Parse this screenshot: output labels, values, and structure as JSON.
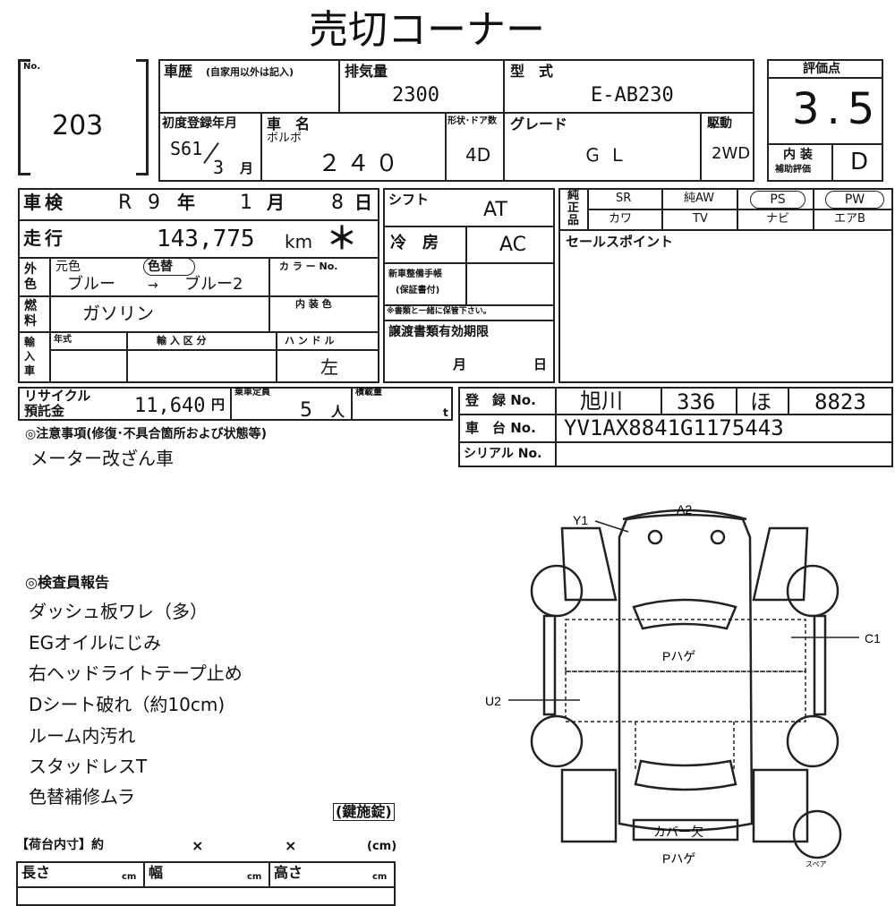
{
  "header": {
    "title": "売切コーナー"
  },
  "lot": {
    "no_label": "No.",
    "number": "203"
  },
  "history": {
    "label": "車歴",
    "note": "(自家用以外は記入)"
  },
  "displacement": {
    "label": "排気量",
    "value": "2300"
  },
  "model_code": {
    "label": "型　式",
    "value": "E-AB230"
  },
  "grade_score": {
    "label": "評価点",
    "value": "3.5"
  },
  "first_reg": {
    "label": "初度登録年月",
    "era": "S61",
    "month": "3",
    "month_unit": "月"
  },
  "car_name": {
    "label": "車　名",
    "maker": "ボルボ",
    "name": "２４０"
  },
  "body": {
    "label": "形状･ドア数",
    "value": "4D"
  },
  "grade": {
    "label": "グレード",
    "value": "ＧＬ"
  },
  "drive": {
    "label": "駆動",
    "value": "2WD"
  },
  "interior_score": {
    "label1": "内 装",
    "label2": "補助評価",
    "value": "D"
  },
  "inspection": {
    "label": "車検",
    "era": "R",
    "year": "9",
    "year_unit": "年",
    "month": "1",
    "month_unit": "月",
    "day": "8",
    "day_unit": "日"
  },
  "mileage": {
    "label": "走行",
    "value": "143,775",
    "unit": "km",
    "mark": "＊"
  },
  "shift": {
    "label": "シフト",
    "value": "AT"
  },
  "aircon": {
    "label": "冷　房",
    "value": "AC"
  },
  "equipment": {
    "label": "純正品",
    "row1": [
      "SR",
      "純AW",
      "PS",
      "PW"
    ],
    "row2": [
      "カワ",
      "TV",
      "ナビ",
      "エアB"
    ]
  },
  "sales_point": {
    "label": "セールスポイント"
  },
  "color": {
    "label": "外色",
    "original_label": "元色",
    "repaint_label": "色替",
    "from": "ブルー",
    "arrow": "→",
    "to": "ブルー2",
    "color_no_label": "カ ラ ー No."
  },
  "fuel": {
    "label": "燃料",
    "value": "ガソリン",
    "interior_color_label": "内 装 色"
  },
  "manual": {
    "label1": "新車整備手帳",
    "label2": "(保証書付)",
    "note": "※書類と一緒に保管下さい。"
  },
  "import": {
    "label": "輸入車",
    "year_label": "年式",
    "category_label": "輸 入 区 分",
    "handle_label": "ハ ン ド ル",
    "handle_value": "左"
  },
  "transfer": {
    "label": "譲渡書類有効期限",
    "month_unit": "月",
    "day_unit": "日"
  },
  "recycle": {
    "label1": "リサイクル",
    "label2": "預託金",
    "value": "11,640",
    "unit": "円"
  },
  "capacity": {
    "label": "乗車定員",
    "value": "5",
    "unit": "人"
  },
  "load": {
    "label": "積載量",
    "unit": "t"
  },
  "registration": {
    "label": "登　録 No.",
    "area": "旭川",
    "class": "336",
    "kana": "ほ",
    "number": "8823"
  },
  "chassis": {
    "label": "車　台 No.",
    "value": "YV1AX8841G1175443"
  },
  "serial": {
    "label": "シリアル No."
  },
  "notes": {
    "label": "◎注意事項(修復･不具合箇所および状態等)",
    "text": "メーター改ざん車"
  },
  "inspector": {
    "label": "◎検査員報告",
    "items": [
      "ダッシュ板ワレ（多）",
      "EGオイルにじみ",
      "右ヘッドライトテープ止め",
      "Dシート破れ（約10cm)",
      "ルーム内汚れ",
      "スタッドレスT",
      "色替補修ムラ"
    ],
    "key_note": "(鍵施錠)"
  },
  "cargo": {
    "label": "【荷台内寸】約",
    "x1": "×",
    "x2": "×",
    "unit": "(cm)",
    "length_label": "長さ",
    "width_label": "幅",
    "height_label": "高さ",
    "cm": "cm"
  },
  "diagram": {
    "labels": {
      "a2": "A2",
      "y1": "Y1",
      "c1": "C1",
      "u2": "U2",
      "roof": "Pハゲ",
      "rear": "Pハゲ",
      "cover": "カバー欠",
      "spare": "スペア"
    }
  }
}
